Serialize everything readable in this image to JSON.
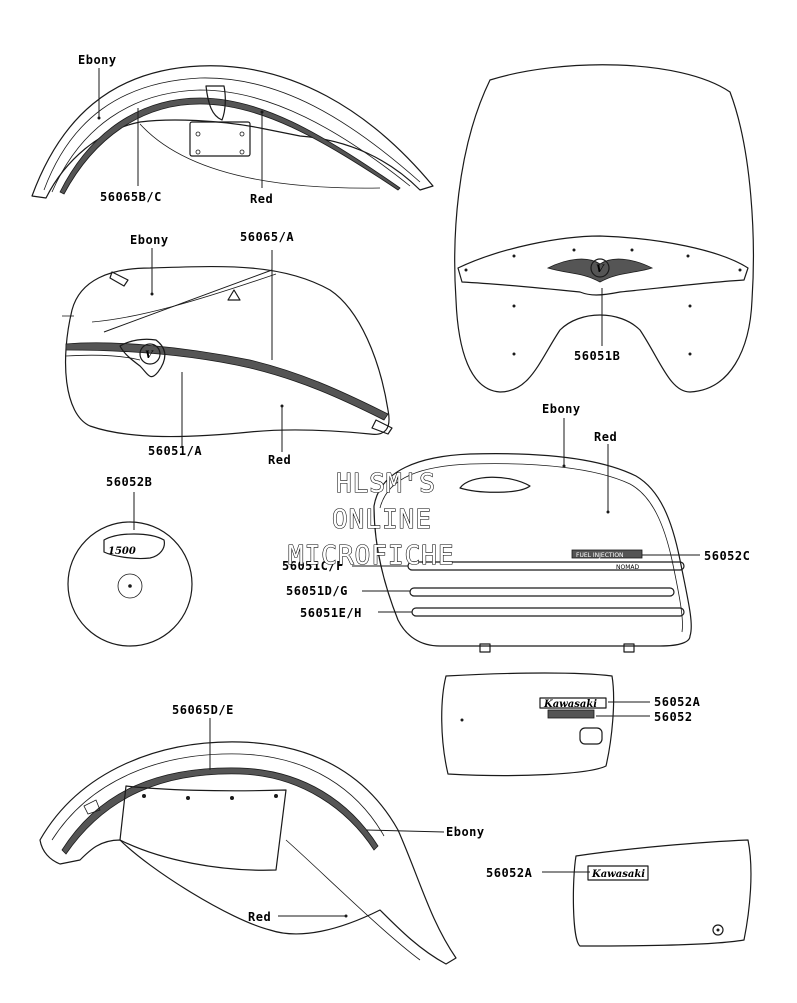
{
  "watermark": {
    "line1": "HLSM'S",
    "line2": "ONLINE",
    "line3": "MICROFICHE"
  },
  "labels": {
    "front_fender_color": "Ebony",
    "front_fender_stripe": "56065B/C",
    "front_fender_base": "Red",
    "tank_color": "Ebony",
    "tank_stripe": "56065/A",
    "tank_emblem": "56051/A",
    "tank_base": "Red",
    "windshield_emblem": "56051B",
    "air_cleaner_badge": "56052B",
    "saddlebag_color": "Ebony",
    "saddlebag_base": "Red",
    "saddlebag_badge": "56052C",
    "saddlebag_stripe_1": "56051C/F",
    "saddlebag_stripe_2": "56051D/G",
    "saddlebag_stripe_3": "56051E/H",
    "side_cover_badge_1": "56052A",
    "side_cover_badge_2": "56052",
    "rear_fender_stripe": "56065D/E",
    "rear_fender_color": "Ebony",
    "rear_fender_base": "Red",
    "side_cover_left_badge": "56052A"
  },
  "emblems": {
    "air_cleaner_number": "1500",
    "kawasaki_1": "Kawasaki",
    "kawasaki_2": "Kawasaki",
    "saddlebag_text": "FUEL INJECTION",
    "saddlebag_sub": "NOMAD",
    "tank_logo": "V"
  }
}
